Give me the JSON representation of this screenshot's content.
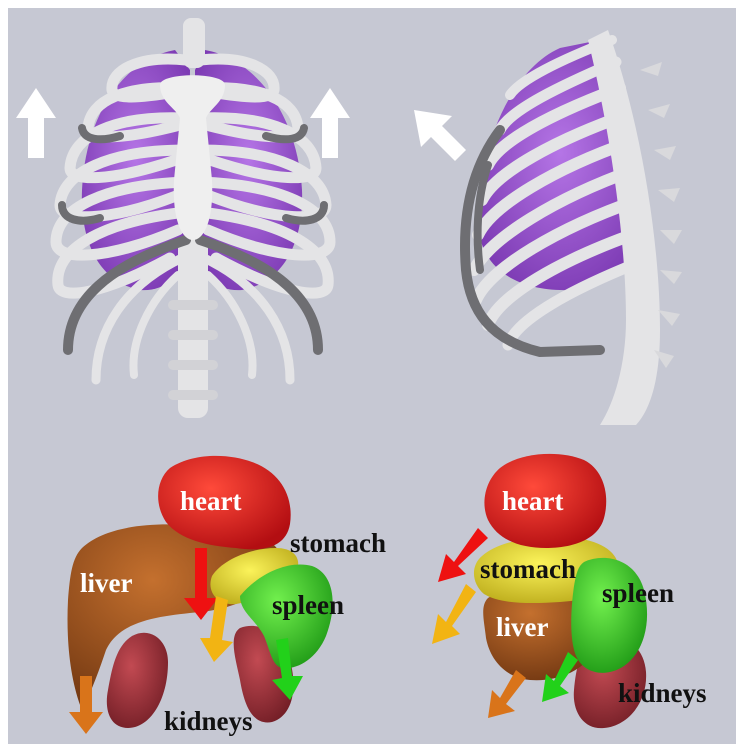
{
  "colors": {
    "background": "#c6c8d3",
    "bone": "#e4e4e6",
    "bone_dark": "#6e6e72",
    "lung": "#a15ad8",
    "heart": "#e0171c",
    "liver": "#a8561c",
    "stomach": "#e8e22a",
    "spleen": "#3ed02c",
    "kidney": "#a2323c",
    "arrow_white": "#ffffff",
    "arrow_red": "#ee1111",
    "arrow_orange": "#f2b413",
    "arrow_brown": "#d9741a",
    "arrow_green": "#22d11a"
  },
  "left_organs": {
    "heart": "heart",
    "stomach": "stomach",
    "liver": "liver",
    "spleen": "spleen",
    "kidneys": "kidneys"
  },
  "right_organs": {
    "heart": "heart",
    "stomach": "stomach",
    "liver": "liver",
    "spleen": "spleen",
    "kidneys": "kidneys"
  }
}
